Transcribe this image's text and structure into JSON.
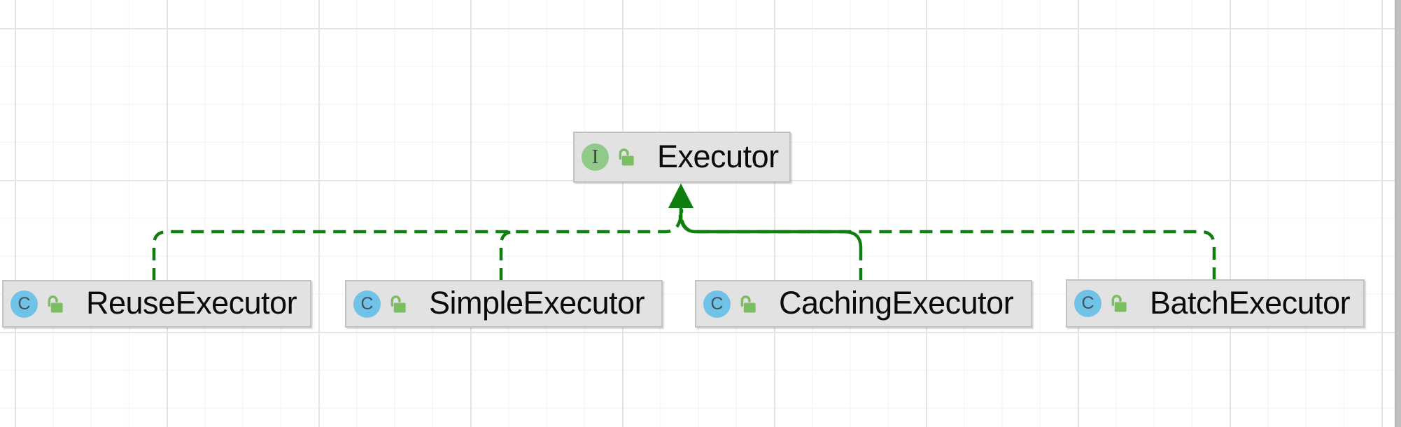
{
  "diagram": {
    "type": "uml-class-diagram",
    "parent": {
      "id": "executor",
      "label": "Executor",
      "stereotype": "interface",
      "icon_letter": "I",
      "visibility": "public"
    },
    "children": [
      {
        "id": "reuse-executor",
        "label": "ReuseExecutor",
        "stereotype": "class",
        "icon_letter": "C",
        "visibility": "public"
      },
      {
        "id": "simple-executor",
        "label": "SimpleExecutor",
        "stereotype": "class",
        "icon_letter": "C",
        "visibility": "public"
      },
      {
        "id": "caching-executor",
        "label": "CachingExecutor",
        "stereotype": "class",
        "icon_letter": "C",
        "visibility": "public"
      },
      {
        "id": "batch-executor",
        "label": "BatchExecutor",
        "stereotype": "class",
        "icon_letter": "C",
        "visibility": "public"
      }
    ],
    "edges": [
      {
        "from": "reuse-executor",
        "to": "executor",
        "kind": "inheritance-up-arrow",
        "style": "dashed"
      },
      {
        "from": "simple-executor",
        "to": "executor",
        "kind": "inheritance-up-arrow",
        "style": "dashed"
      },
      {
        "from": "caching-executor",
        "to": "executor",
        "kind": "inheritance-up-arrow",
        "style": "solid-then-dashed"
      },
      {
        "from": "batch-executor",
        "to": "executor",
        "kind": "inheritance-up-arrow",
        "style": "dashed"
      }
    ]
  },
  "colors": {
    "edge_green": "#0E7E0E",
    "node_bg": "#E2E2E2",
    "node_border": "#C2C2C2",
    "interface_icon_bg": "#8FCA89",
    "class_icon_bg": "#70C2E7",
    "lock_green": "#7ABE5F",
    "label_text": "#0A0A0A"
  }
}
